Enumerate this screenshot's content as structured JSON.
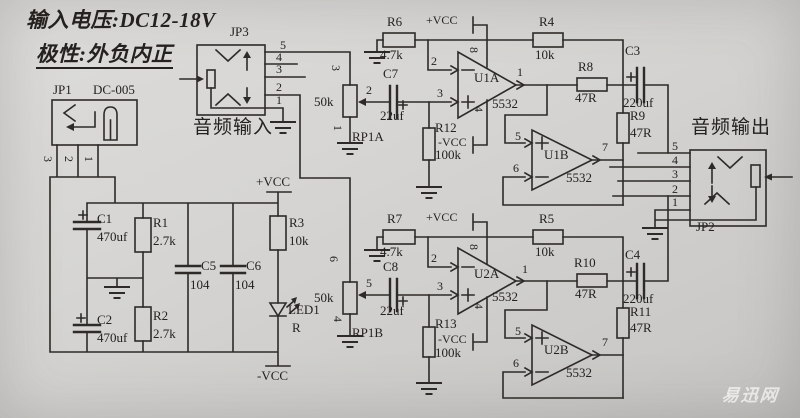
{
  "title": {
    "line1": "输入电压:DC12-18V",
    "line2": "极性:外负内正"
  },
  "jp1": {
    "name": "JP1",
    "type": "DC-005",
    "pins": [
      "3",
      "2",
      "1"
    ]
  },
  "jp3": {
    "name": "JP3",
    "label": "音频输入",
    "pins": [
      "5",
      "4",
      "3",
      "2",
      "1"
    ]
  },
  "jp2": {
    "name": "JP2",
    "label": "音频输出",
    "pins": [
      "5",
      "4",
      "3",
      "2",
      "1"
    ]
  },
  "pwr": {
    "vcc": "+VCC",
    "vee": "-VCC"
  },
  "r": {
    "R1": {
      "ref": "R1",
      "val": "2.7k"
    },
    "R2": {
      "ref": "R2",
      "val": "2.7k"
    },
    "R3": {
      "ref": "R3",
      "val": "10k"
    },
    "R4": {
      "ref": "R4",
      "val": "10k"
    },
    "R5": {
      "ref": "R5",
      "val": "10k"
    },
    "R6": {
      "ref": "R6",
      "val": "4.7k"
    },
    "R7": {
      "ref": "R7",
      "val": "4.7k"
    },
    "R8": {
      "ref": "R8",
      "val": "47R"
    },
    "R9": {
      "ref": "R9",
      "val": "47R"
    },
    "R10": {
      "ref": "R10",
      "val": "47R"
    },
    "R11": {
      "ref": "R11",
      "val": "47R"
    },
    "R12": {
      "ref": "R12",
      "val": "100k"
    },
    "R13": {
      "ref": "R13",
      "val": "100k"
    }
  },
  "c": {
    "C1": {
      "ref": "C1",
      "val": "470uf"
    },
    "C2": {
      "ref": "C2",
      "val": "470uf"
    },
    "C3": {
      "ref": "C3",
      "val": "220uf"
    },
    "C4": {
      "ref": "C4",
      "val": "220uf"
    },
    "C5": {
      "ref": "C5",
      "val": "104"
    },
    "C6": {
      "ref": "C6",
      "val": "104"
    },
    "C7": {
      "ref": "C7",
      "val": "22uf"
    },
    "C8": {
      "ref": "C8",
      "val": "22uf"
    }
  },
  "rp": {
    "RP1A": {
      "ref": "RP1A",
      "val": "50k",
      "pins": [
        "3",
        "2",
        "1"
      ]
    },
    "RP1B": {
      "ref": "RP1B",
      "val": "50k",
      "pins": [
        "6",
        "5",
        "4"
      ]
    }
  },
  "u": {
    "U1A": {
      "ref": "U1A",
      "part": "5532",
      "pins": {
        "inv": "2",
        "non": "3",
        "out": "1",
        "vp": "8",
        "vn": "4"
      }
    },
    "U1B": {
      "ref": "U1B",
      "part": "5532",
      "pins": {
        "non": "5",
        "inv": "6",
        "out": "7"
      }
    },
    "U2A": {
      "ref": "U2A",
      "part": "5532",
      "pins": {
        "inv": "2",
        "non": "3",
        "out": "1",
        "vp": "8",
        "vn": "4"
      }
    },
    "U2B": {
      "ref": "U2B",
      "part": "5532",
      "pins": {
        "non": "5",
        "inv": "6",
        "out": "7"
      }
    }
  },
  "led": {
    "ref": "LED1",
    "sub": "R"
  },
  "watermark": "易迅网"
}
